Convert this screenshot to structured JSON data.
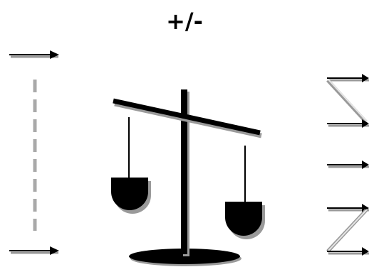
{
  "title": "+/-",
  "colors": {
    "ink": "#000000",
    "shadow": "#9a9a9a",
    "dashed_line": "#a9a9a9",
    "background": "#ffffff"
  },
  "icons": {
    "left_panel": [
      "arrow-right-icon",
      "dashed-vertical-line",
      "arrow-right-icon"
    ],
    "center": "balance-scale-icon",
    "right_panel": [
      "arrow-right-icon",
      "diagonal-line",
      "arrow-right-icon",
      "arrow-right-icon",
      "arrow-right-icon",
      "diagonal-line",
      "arrow-right-icon"
    ]
  }
}
